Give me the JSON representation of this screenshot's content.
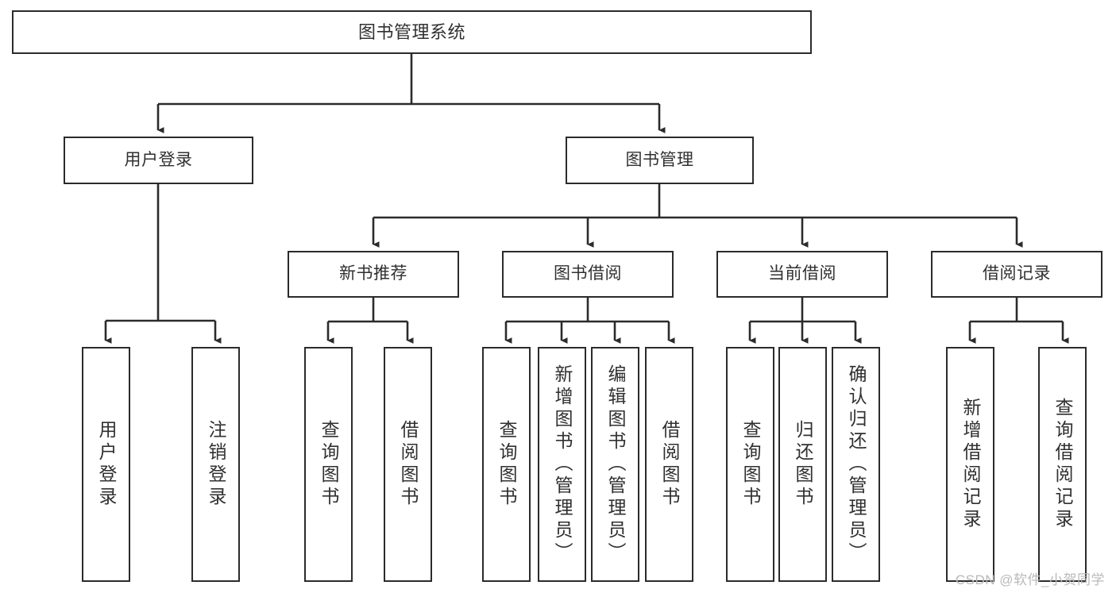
{
  "diagram": {
    "title": "图书管理系统",
    "watermark": "CSDN @软件_小贺同学",
    "line_color": "#2b2b2b",
    "box_fill": "#ffffff",
    "text_color": "#303030",
    "nodes": {
      "root": {
        "label": "图书管理系统"
      },
      "level2": [
        {
          "id": "user-login",
          "label": "用户登录"
        },
        {
          "id": "book-manage",
          "label": "图书管理"
        }
      ],
      "level3": [
        {
          "id": "new-book-recommend",
          "label": "新书推荐"
        },
        {
          "id": "book-borrow",
          "label": "图书借阅"
        },
        {
          "id": "current-borrow",
          "label": "当前借阅"
        },
        {
          "id": "borrow-record",
          "label": "借阅记录"
        }
      ],
      "leaves": {
        "user_login": [
          {
            "id": "leaf-user-login",
            "label": "用户登录"
          },
          {
            "id": "leaf-logout",
            "label": "注销登录"
          }
        ],
        "new_book_recommend": [
          {
            "id": "leaf-query-book-1",
            "label": "查询图书"
          },
          {
            "id": "leaf-borrow-book-1",
            "label": "借阅图书"
          }
        ],
        "book_borrow": [
          {
            "id": "leaf-query-book-2",
            "label": "查询图书"
          },
          {
            "id": "leaf-add-book",
            "label": "新增图书（管理员）"
          },
          {
            "id": "leaf-edit-book",
            "label": "编辑图书（管理员）"
          },
          {
            "id": "leaf-borrow-book-2",
            "label": "借阅图书"
          }
        ],
        "current_borrow": [
          {
            "id": "leaf-query-book-3",
            "label": "查询图书"
          },
          {
            "id": "leaf-return-book",
            "label": "归还图书"
          },
          {
            "id": "leaf-confirm-return",
            "label": "确认归还（管理员）"
          }
        ],
        "borrow_record": [
          {
            "id": "leaf-add-record",
            "label": "新增借阅记录"
          },
          {
            "id": "leaf-query-record",
            "label": "查询借阅记录"
          }
        ]
      }
    }
  }
}
